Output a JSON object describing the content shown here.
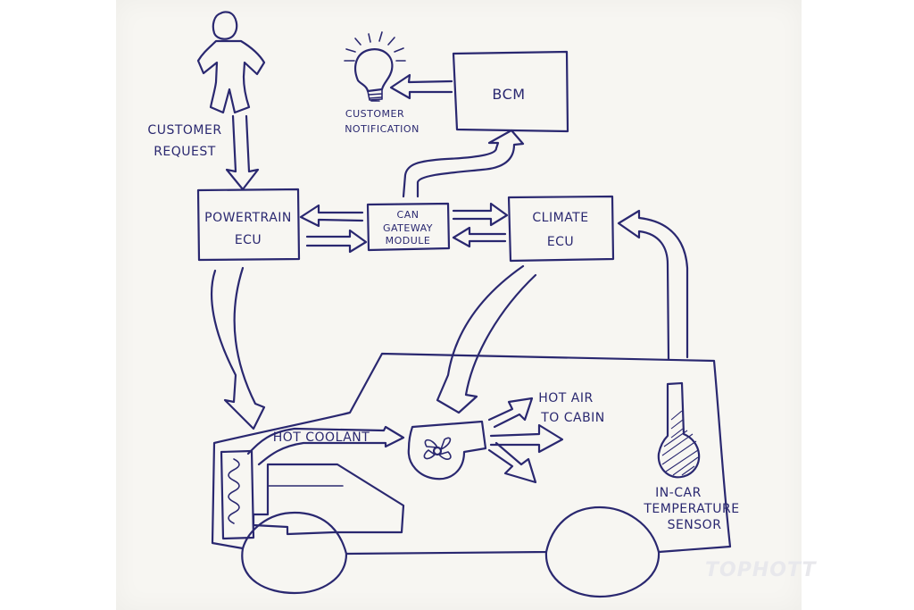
{
  "labels": {
    "customer_request": [
      "CUSTOMER",
      "REQUEST"
    ],
    "customer_notification": [
      "CUSTOMER",
      "NOTIFICATION"
    ],
    "bcm": "BCM",
    "powertrain_ecu": [
      "POWERTRAIN",
      "ECU"
    ],
    "can_gateway": [
      "CAN",
      "GATEWAY",
      "MODULE"
    ],
    "climate_ecu": [
      "CLIMATE",
      "ECU"
    ],
    "hot_coolant": "HOT COOLANT",
    "hot_air": [
      "HOT AIR",
      "TO CABIN"
    ],
    "temp_sensor": [
      "IN-CAR",
      "TEMPERATURE",
      "SENSOR"
    ]
  },
  "watermark": "TOPHOTT",
  "colors": {
    "ink": "#2a2870",
    "paper": "#f7f6f2"
  }
}
